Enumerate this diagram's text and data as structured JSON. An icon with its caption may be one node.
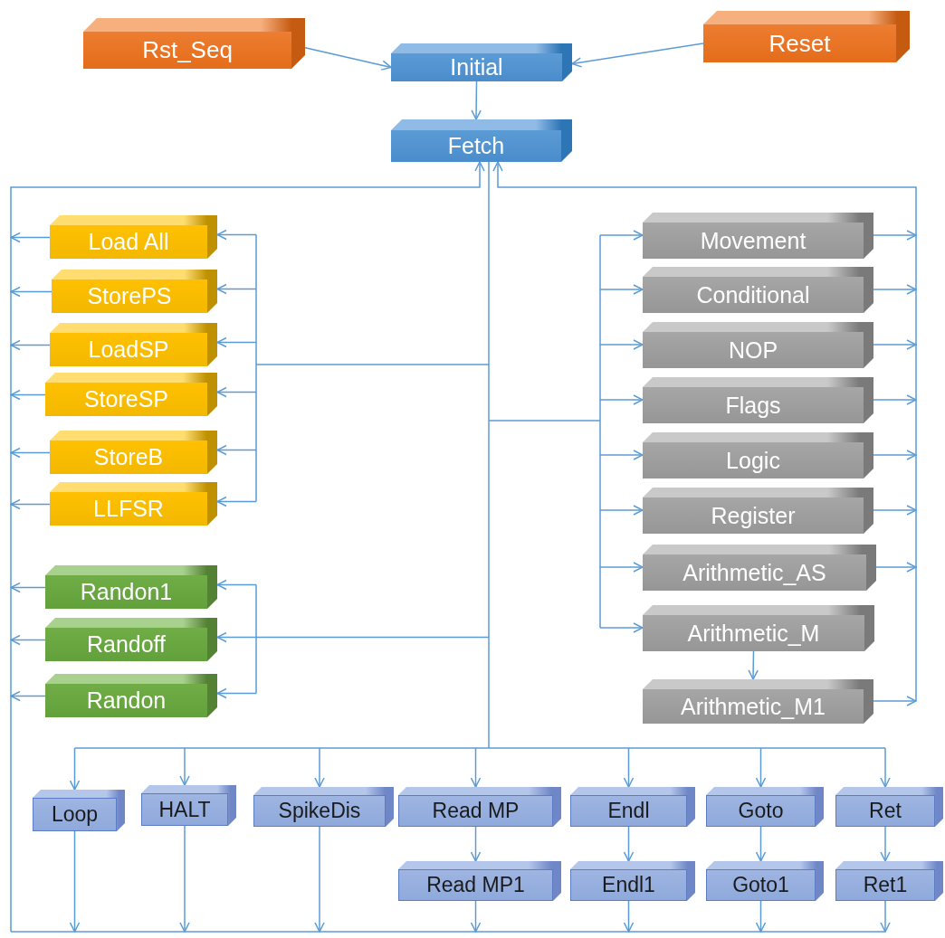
{
  "diagram": {
    "nodes": [
      {
        "text": [
          "Rst_Seq"
        ]
      },
      {
        "text": [
          "Initial"
        ]
      },
      {
        "text": [
          "Reset"
        ]
      },
      {
        "text": [
          "Fetch"
        ]
      },
      {
        "text": [
          "Load All"
        ]
      },
      {
        "text": [
          "StorePS"
        ]
      },
      {
        "text": [
          "LoadSP"
        ]
      },
      {
        "text": [
          "StoreSP"
        ]
      },
      {
        "text": [
          "StoreB"
        ]
      },
      {
        "text": [
          "LLFSR"
        ]
      },
      {
        "text": [
          "Randon1"
        ]
      },
      {
        "text": [
          "Randoff"
        ]
      },
      {
        "text": [
          "Randon"
        ]
      },
      {
        "text": [
          "Movement"
        ]
      },
      {
        "text": [
          "Conditional"
        ]
      },
      {
        "text": [
          "NOP"
        ]
      },
      {
        "text": [
          "Flags"
        ]
      },
      {
        "text": [
          "Logic"
        ]
      },
      {
        "text": [
          "Register"
        ]
      },
      {
        "text": [
          "Arithmetic_AS"
        ]
      },
      {
        "text": [
          "Arithmetic_M"
        ]
      },
      {
        "text": [
          "Arithmetic_M1"
        ]
      },
      {
        "text": [
          "Loop"
        ]
      },
      {
        "text": [
          "HALT"
        ]
      },
      {
        "text": [
          "SpikeDis"
        ]
      },
      {
        "text": [
          "Read MP"
        ]
      },
      {
        "text": [
          "Endl"
        ]
      },
      {
        "text": [
          "Goto"
        ]
      },
      {
        "text": [
          "Ret"
        ]
      },
      {
        "text": [
          "Read MP1"
        ]
      },
      {
        "text": [
          "Endl1"
        ]
      },
      {
        "text": [
          "Goto1"
        ]
      },
      {
        "text": [
          "Ret1"
        ]
      }
    ],
    "edges": [
      {
        "from": 0,
        "to": 1,
        "arrow": "to"
      },
      {
        "from": 2,
        "to": 1,
        "arrow": "to"
      },
      {
        "from": 1,
        "to": 3,
        "arrow": "to"
      },
      {
        "from": 3,
        "to": 4,
        "arrow": "to"
      },
      {
        "from": 3,
        "to": 5,
        "arrow": "to"
      },
      {
        "from": 3,
        "to": 6,
        "arrow": "to"
      },
      {
        "from": 3,
        "to": 7,
        "arrow": "to"
      },
      {
        "from": 3,
        "to": 8,
        "arrow": "to"
      },
      {
        "from": 3,
        "to": 9,
        "arrow": "to"
      },
      {
        "from": 3,
        "to": 10,
        "arrow": "to"
      },
      {
        "from": 3,
        "to": 11,
        "arrow": "to"
      },
      {
        "from": 3,
        "to": 12,
        "arrow": "to"
      },
      {
        "from": 3,
        "to": 13,
        "arrow": "to"
      },
      {
        "from": 3,
        "to": 14,
        "arrow": "to"
      },
      {
        "from": 3,
        "to": 15,
        "arrow": "to"
      },
      {
        "from": 3,
        "to": 16,
        "arrow": "to"
      },
      {
        "from": 3,
        "to": 17,
        "arrow": "to"
      },
      {
        "from": 3,
        "to": 18,
        "arrow": "to"
      },
      {
        "from": 3,
        "to": 19,
        "arrow": "to"
      },
      {
        "from": 3,
        "to": 20,
        "arrow": "to"
      },
      {
        "from": 3,
        "to": 22,
        "arrow": "to"
      },
      {
        "from": 3,
        "to": 23,
        "arrow": "to"
      },
      {
        "from": 3,
        "to": 24,
        "arrow": "to"
      },
      {
        "from": 3,
        "to": 25,
        "arrow": "to"
      },
      {
        "from": 3,
        "to": 26,
        "arrow": "to"
      },
      {
        "from": 3,
        "to": 27,
        "arrow": "to"
      },
      {
        "from": 3,
        "to": 28,
        "arrow": "to"
      },
      {
        "from": 20,
        "to": 21,
        "arrow": "to"
      },
      {
        "from": 25,
        "to": 29,
        "arrow": "to"
      },
      {
        "from": 26,
        "to": 30,
        "arrow": "to"
      },
      {
        "from": 27,
        "to": 31,
        "arrow": "to"
      },
      {
        "from": 28,
        "to": 32,
        "arrow": "to"
      },
      {
        "from": 4,
        "to": 3,
        "arrow": "to"
      },
      {
        "from": 5,
        "to": 3,
        "arrow": "to"
      },
      {
        "from": 6,
        "to": 3,
        "arrow": "to"
      },
      {
        "from": 7,
        "to": 3,
        "arrow": "to"
      },
      {
        "from": 8,
        "to": 3,
        "arrow": "to"
      },
      {
        "from": 9,
        "to": 3,
        "arrow": "to"
      },
      {
        "from": 10,
        "to": 3,
        "arrow": "to"
      },
      {
        "from": 11,
        "to": 3,
        "arrow": "to"
      },
      {
        "from": 12,
        "to": 3,
        "arrow": "to"
      },
      {
        "from": 13,
        "to": 3,
        "arrow": "to"
      },
      {
        "from": 14,
        "to": 3,
        "arrow": "to"
      },
      {
        "from": 15,
        "to": 3,
        "arrow": "to"
      },
      {
        "from": 16,
        "to": 3,
        "arrow": "to"
      },
      {
        "from": 17,
        "to": 3,
        "arrow": "to"
      },
      {
        "from": 18,
        "to": 3,
        "arrow": "to"
      },
      {
        "from": 19,
        "to": 3,
        "arrow": "to"
      },
      {
        "from": 21,
        "to": 3,
        "arrow": "to"
      },
      {
        "from": 22,
        "to": 3,
        "arrow": "to"
      },
      {
        "from": 23,
        "to": 3,
        "arrow": "to"
      },
      {
        "from": 24,
        "to": 3,
        "arrow": "to"
      },
      {
        "from": 29,
        "to": 3,
        "arrow": "to"
      },
      {
        "from": 30,
        "to": 3,
        "arrow": "to"
      },
      {
        "from": 31,
        "to": 3,
        "arrow": "to"
      },
      {
        "from": 32,
        "to": 3,
        "arrow": "to"
      }
    ]
  }
}
